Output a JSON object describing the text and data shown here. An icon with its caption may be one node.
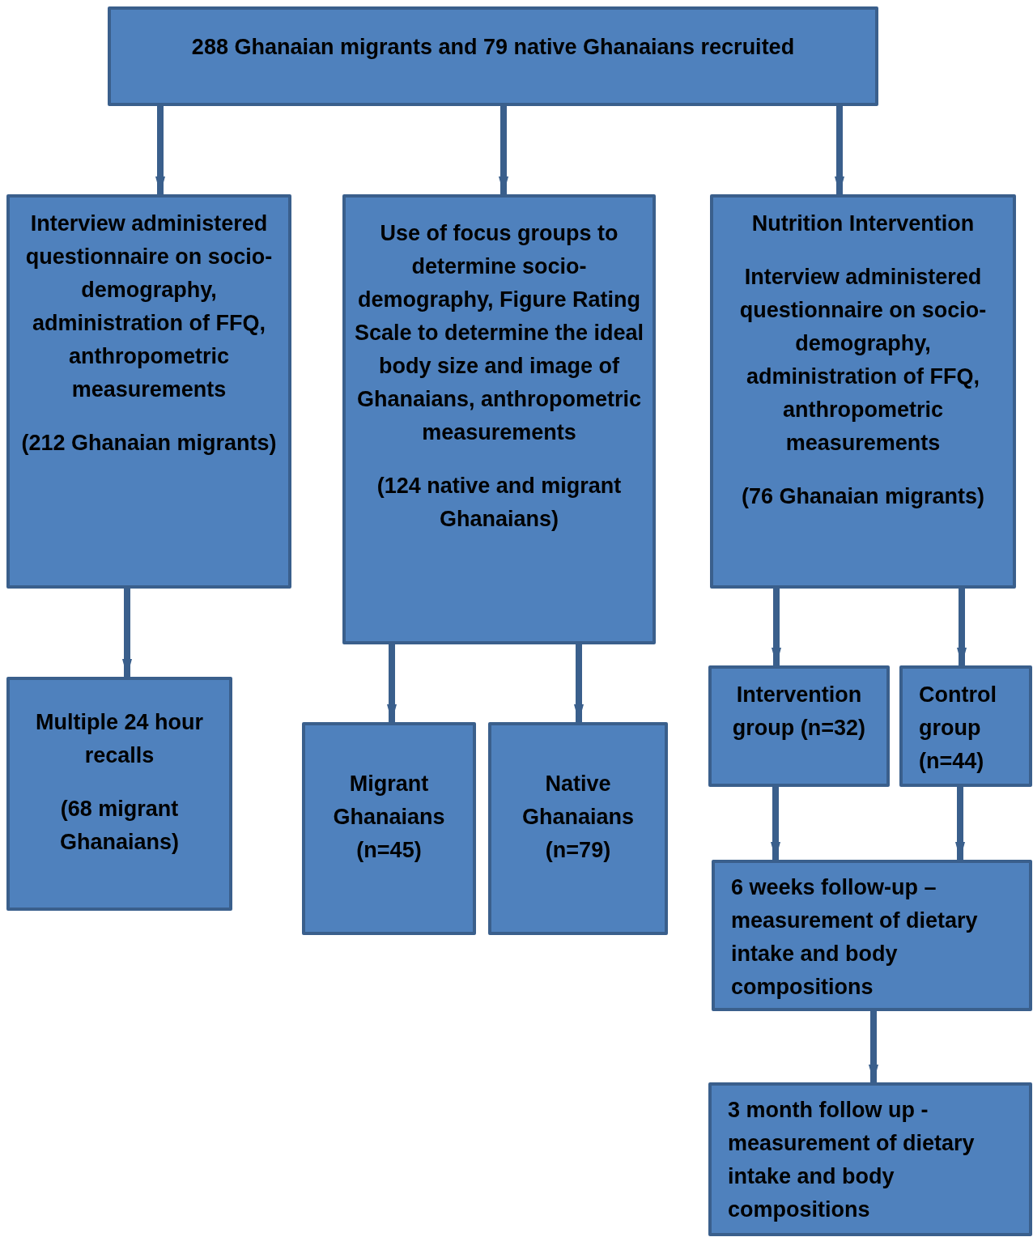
{
  "diagram": {
    "nodes": [
      {
        "text": [
          "288 Ghanaian migrants and 79 native Ghanaians recruited"
        ]
      },
      {
        "text": [
          "Interview administered questionnaire on socio-demography, administration of FFQ, anthropometric measurements",
          "(212 Ghanaian migrants)"
        ]
      },
      {
        "text": [
          "Use of focus groups to determine socio-demography, Figure Rating Scale to determine the ideal body size and image of Ghanaians, anthropometric measurements",
          "(124 native and migrant Ghanaians)"
        ]
      },
      {
        "text": [
          "Nutrition Intervention",
          "Interview administered questionnaire on socio-demography, administration of FFQ, anthropometric measurements",
          "(76 Ghanaian migrants)"
        ]
      },
      {
        "text": [
          "Multiple 24 hour recalls",
          "(68 migrant Ghanaians)"
        ]
      },
      {
        "text": [
          "Migrant Ghanaians (n=45)"
        ]
      },
      {
        "text": [
          "Native Ghanaians (n=79)"
        ]
      },
      {
        "text": [
          "Intervention group (n=32)"
        ]
      },
      {
        "text": [
          "Control group (n=44)"
        ]
      },
      {
        "text": [
          "6 weeks follow-up – measurement of dietary intake and body compositions"
        ]
      },
      {
        "text": [
          "3 month follow up - measurement of dietary intake and body compositions"
        ]
      }
    ],
    "edges": [
      {
        "from": 0,
        "to": 1,
        "arrow": "to"
      },
      {
        "from": 0,
        "to": 2,
        "arrow": "to"
      },
      {
        "from": 0,
        "to": 3,
        "arrow": "to"
      },
      {
        "from": 1,
        "to": 4,
        "arrow": "to"
      },
      {
        "from": 2,
        "to": 5,
        "arrow": "to"
      },
      {
        "from": 2,
        "to": 6,
        "arrow": "to"
      },
      {
        "from": 3,
        "to": 7,
        "arrow": "to"
      },
      {
        "from": 3,
        "to": 8,
        "arrow": "to"
      },
      {
        "from": 7,
        "to": 9,
        "arrow": "to"
      },
      {
        "from": 8,
        "to": 9,
        "arrow": "to"
      },
      {
        "from": 9,
        "to": 10,
        "arrow": "to"
      }
    ]
  }
}
